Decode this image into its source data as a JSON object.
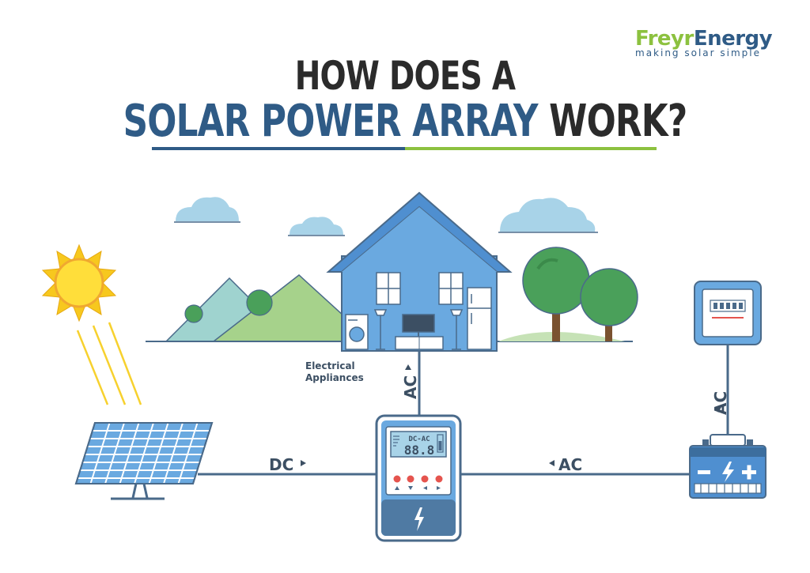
{
  "title": {
    "line1": "HOW DOES A",
    "highlight": "SOLAR POWER ARRAY",
    "tail": " WORK?"
  },
  "logo": {
    "brand_part1": "Freyr",
    "brand_part2": "Energy",
    "tagline": "making solar simple"
  },
  "labels": {
    "electrical_appliances": "Electrical Appliances",
    "dc": "DC",
    "ac_house": "AC",
    "ac_meter": "AC",
    "ac_bottom": "AC"
  },
  "inverter": {
    "display_title": "DC-AC",
    "display_reading": "88.8"
  },
  "colors": {
    "title_blue": "#2f5b86",
    "brand_green": "#8cc13f",
    "house_blue": "#6aa9e0",
    "outline": "#4a6a8a",
    "sun": "#f7c81e",
    "tree": "#4aa05a",
    "hill_green": "#a6d28b",
    "hill_teal": "#9fd3cf"
  }
}
